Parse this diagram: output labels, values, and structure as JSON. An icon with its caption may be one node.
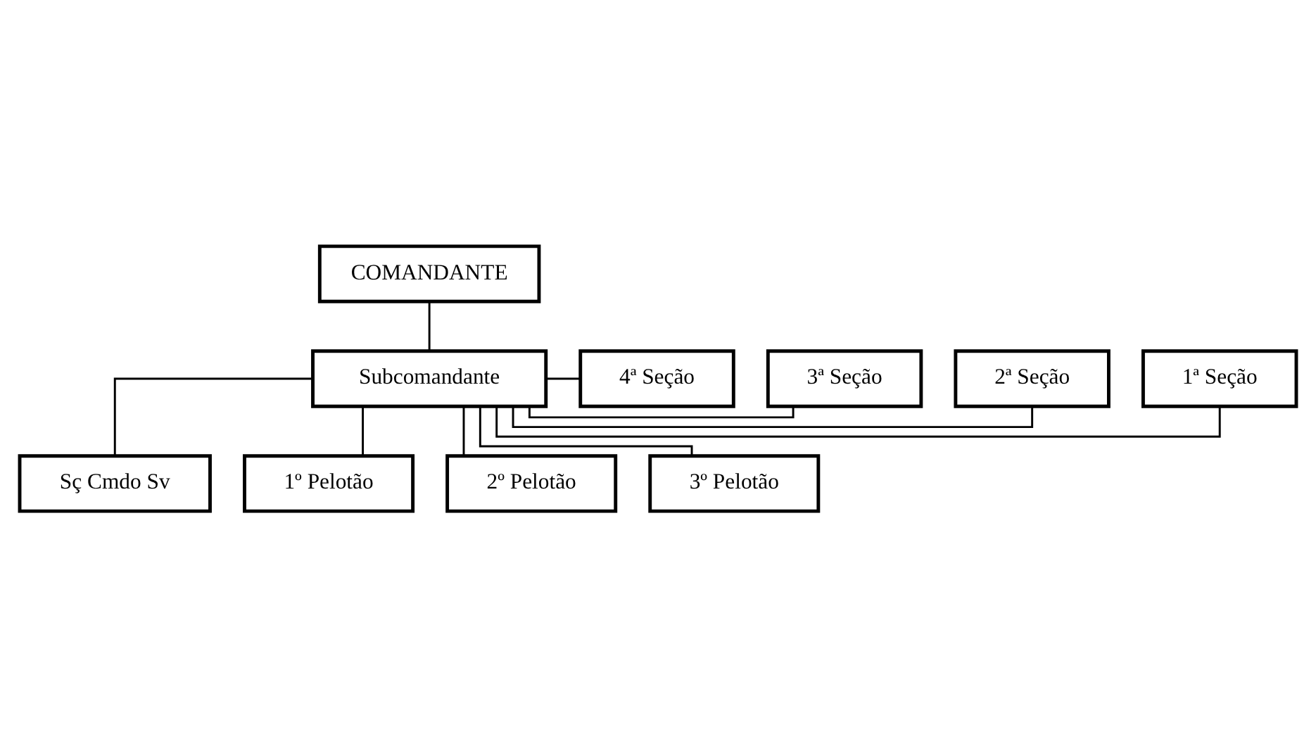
{
  "diagram": {
    "nodes": [
      {
        "text": [
          "COMANDANTE"
        ]
      },
      {
        "text": [
          "Subcomandante"
        ]
      },
      {
        "text": [
          "1ª Seção"
        ]
      },
      {
        "text": [
          "2ª Seção"
        ]
      },
      {
        "text": [
          "3ª Seção"
        ]
      },
      {
        "text": [
          "4ª Seção"
        ]
      },
      {
        "text": [
          "Sç Cmdo Sv"
        ]
      },
      {
        "text": [
          "1º Pelotão"
        ]
      },
      {
        "text": [
          "2º Pelotão"
        ]
      },
      {
        "text": [
          "3º Pelotão"
        ]
      }
    ],
    "edges": [
      {
        "from": 0,
        "to": 1,
        "arrow": "none"
      },
      {
        "from": 1,
        "to": 2,
        "arrow": "none"
      },
      {
        "from": 1,
        "to": 3,
        "arrow": "none"
      },
      {
        "from": 1,
        "to": 4,
        "arrow": "none"
      },
      {
        "from": 1,
        "to": 5,
        "arrow": "none"
      },
      {
        "from": 1,
        "to": 6,
        "arrow": "none"
      },
      {
        "from": 1,
        "to": 7,
        "arrow": "none"
      },
      {
        "from": 1,
        "to": 8,
        "arrow": "none"
      },
      {
        "from": 1,
        "to": 9,
        "arrow": "none"
      }
    ]
  }
}
